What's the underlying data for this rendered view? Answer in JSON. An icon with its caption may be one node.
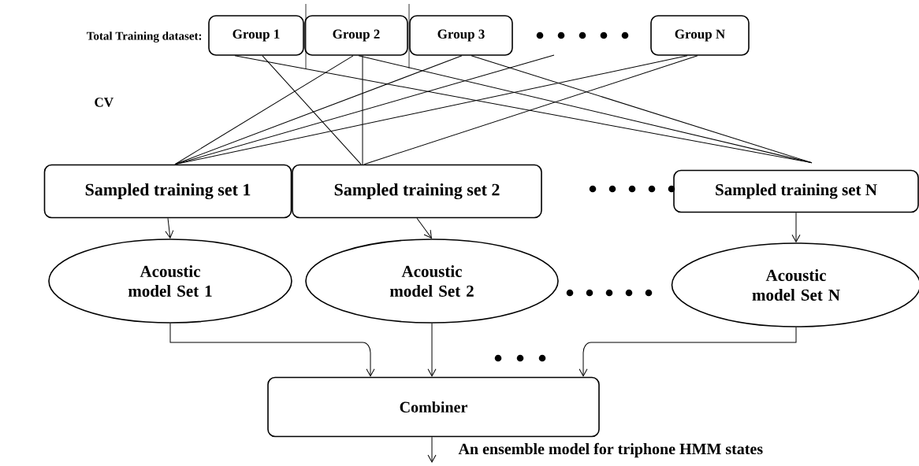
{
  "diagram": {
    "nodes": [
      {
        "text": [
          "Group 1"
        ]
      },
      {
        "text": [
          "Group 2"
        ]
      },
      {
        "text": [
          "Group 3"
        ]
      },
      {
        "text": [
          "Group N"
        ]
      },
      {
        "text": [
          "Sampled training set 1"
        ]
      },
      {
        "text": [
          "Sampled training set 2"
        ]
      },
      {
        "text": [
          "Sampled training set N"
        ]
      },
      {
        "text": [
          "Acoustic model Set 1"
        ]
      },
      {
        "text": [
          "Acoustic model Set 2"
        ]
      },
      {
        "text": [
          "Acoustic model Set N"
        ]
      },
      {
        "text": [
          "Combiner"
        ]
      },
      {
        "text": [
          "An ensemble model for triphone HMM states"
        ]
      }
    ],
    "edges": [
      {
        "from": 0,
        "to": 5,
        "arrow": "none"
      },
      {
        "from": 0,
        "to": 6,
        "arrow": "none"
      },
      {
        "from": 1,
        "to": 4,
        "arrow": "none"
      },
      {
        "from": 1,
        "to": 5,
        "arrow": "none"
      },
      {
        "from": 1,
        "to": 6,
        "arrow": "none"
      },
      {
        "from": 2,
        "to": 4,
        "arrow": "none"
      },
      {
        "from": 2,
        "to": 6,
        "arrow": "none"
      },
      {
        "from": 3,
        "to": 4,
        "arrow": "none"
      },
      {
        "from": 3,
        "to": 5,
        "arrow": "none"
      },
      {
        "from": null,
        "to": 4,
        "arrow": "none"
      },
      {
        "from": 4,
        "to": 7,
        "arrow": "to"
      },
      {
        "from": 5,
        "to": 8,
        "arrow": "to"
      },
      {
        "from": 6,
        "to": 9,
        "arrow": "to"
      },
      {
        "from": 7,
        "to": 10,
        "arrow": "to"
      },
      {
        "from": 8,
        "to": 10,
        "arrow": "to"
      },
      {
        "from": 9,
        "to": 10,
        "arrow": "to"
      },
      {
        "from": 10,
        "to": 11,
        "arrow": "to"
      }
    ],
    "labels": [
      "Total Training dataset:",
      "CV"
    ]
  }
}
